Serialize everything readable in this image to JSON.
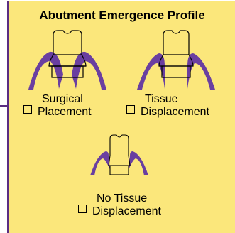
{
  "title": "Abutment Emergence Profile",
  "options": [
    {
      "line1": "Surgical",
      "line2": "Placement",
      "checked": false
    },
    {
      "line1": "Tissue",
      "line2": "Displacement",
      "checked": false
    },
    {
      "line1": "No Tissue",
      "line2": "Displacement",
      "checked": false
    }
  ],
  "colors": {
    "panel_bg": "#fbe77b",
    "gum_purple": "#6a3fa0",
    "border_purple": "#5a2d82",
    "line": "#000000"
  }
}
